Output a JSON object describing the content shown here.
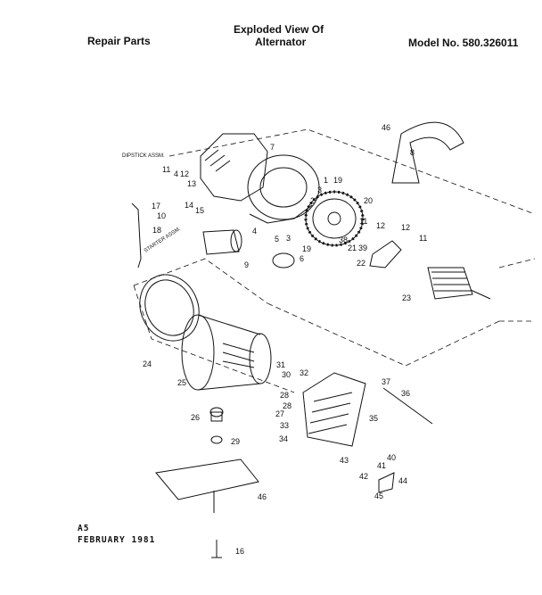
{
  "header": {
    "left_title": "Repair Parts",
    "center_title_line1": "Exploded View Of",
    "center_title_line2": "Alternator",
    "model_label": "Model No. 580.326011"
  },
  "footer": {
    "code": "A5",
    "date": "FEBRUARY 1981"
  },
  "notes": {
    "dipstick": "DIPSTICK ASSM.",
    "starter": "STARTER ASSM."
  },
  "callouts": {
    "c46a": "46",
    "c8": "8",
    "c7": "7",
    "c11a": "11",
    "c4": "4",
    "c12a": "12",
    "c13": "13",
    "c17": "17",
    "c10": "10",
    "c14": "14",
    "c15": "15",
    "c18a": "18",
    "c1": "1",
    "c19a": "19",
    "c3": "3",
    "c2": "2",
    "c20": "20",
    "c11b": "11",
    "c12b": "12",
    "c12c": "12",
    "c11c": "11",
    "c4b": "4",
    "c5": "5",
    "c3b": "3",
    "c19b": "19",
    "c38": "38",
    "c21": "21",
    "c39": "39",
    "c6": "6",
    "c9": "9",
    "c22": "22",
    "c23": "23",
    "c24": "24",
    "c25": "25",
    "c31": "31",
    "c30": "30",
    "c32": "32",
    "c28a": "28",
    "c28b": "28",
    "c27": "27",
    "c33": "33",
    "c26": "26",
    "c34": "34",
    "c29": "29",
    "c37": "37",
    "c36": "36",
    "c35": "35",
    "c40": "40",
    "c43": "43",
    "c41": "41",
    "c42": "42",
    "c44": "44",
    "c45": "45",
    "c46b": "46",
    "c16": "16"
  }
}
